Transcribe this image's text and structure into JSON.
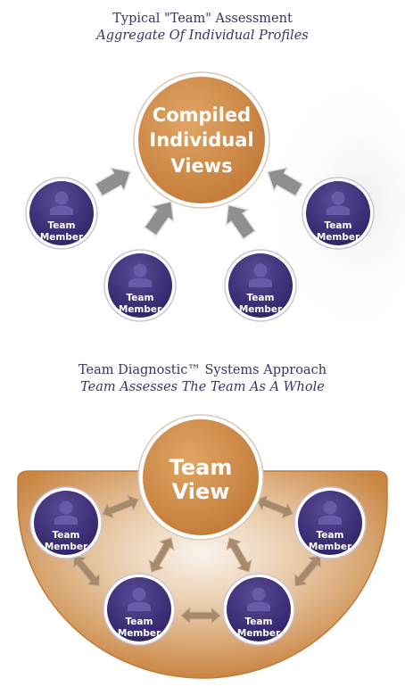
{
  "top": {
    "title": "Typical \"Team\" Assessment",
    "subtitle": "Aggregate Of Individual Profiles",
    "center_lines": [
      "Compiled",
      "Individual",
      "Views"
    ]
  },
  "bottom": {
    "title": "Team Diagnostic™ Systems Approach",
    "subtitle": "Team Assesses The Team As A Whole",
    "center_lines": [
      "Team",
      "View"
    ]
  },
  "member_lines": [
    "Team",
    "Member"
  ],
  "colors": {
    "orange": "#d08a45",
    "purple": "#3d2f77",
    "title": "#3b3266",
    "arrow_gray": "#8f8f8f",
    "arrow_tan": "#a88a6a"
  }
}
